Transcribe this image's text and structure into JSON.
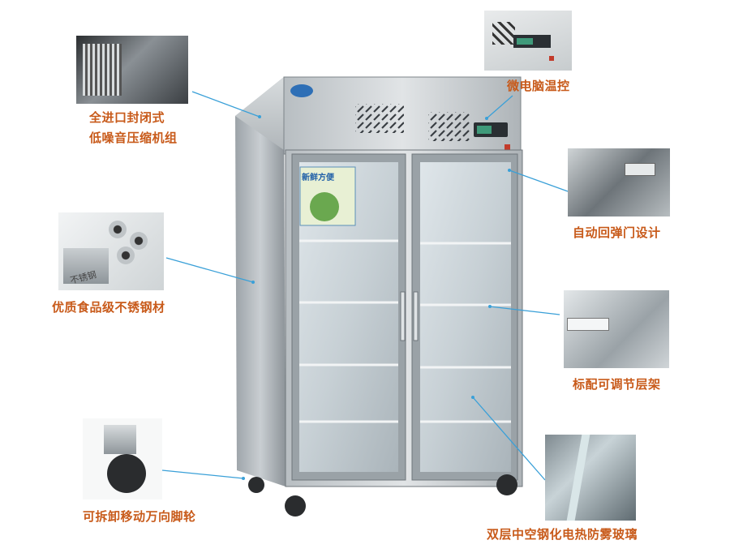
{
  "features": {
    "compressor": {
      "line1": "全进口封闭式",
      "line2": "低噪音压缩机组"
    },
    "thermostat": {
      "label": "微电脑温控"
    },
    "door": {
      "label": "自动回弹门设计"
    },
    "steel": {
      "label": "优质食品级不锈钢材",
      "stamp": "不锈钢"
    },
    "shelf": {
      "label": "标配可调节层架"
    },
    "caster": {
      "label": "可拆卸移动万向脚轮"
    },
    "glass": {
      "label": "双层中空钢化电热防雾玻璃"
    }
  },
  "poster": {
    "title": "新鲜方便"
  },
  "colors": {
    "label": "#c85a1a",
    "leader": "#3aa0d8"
  }
}
